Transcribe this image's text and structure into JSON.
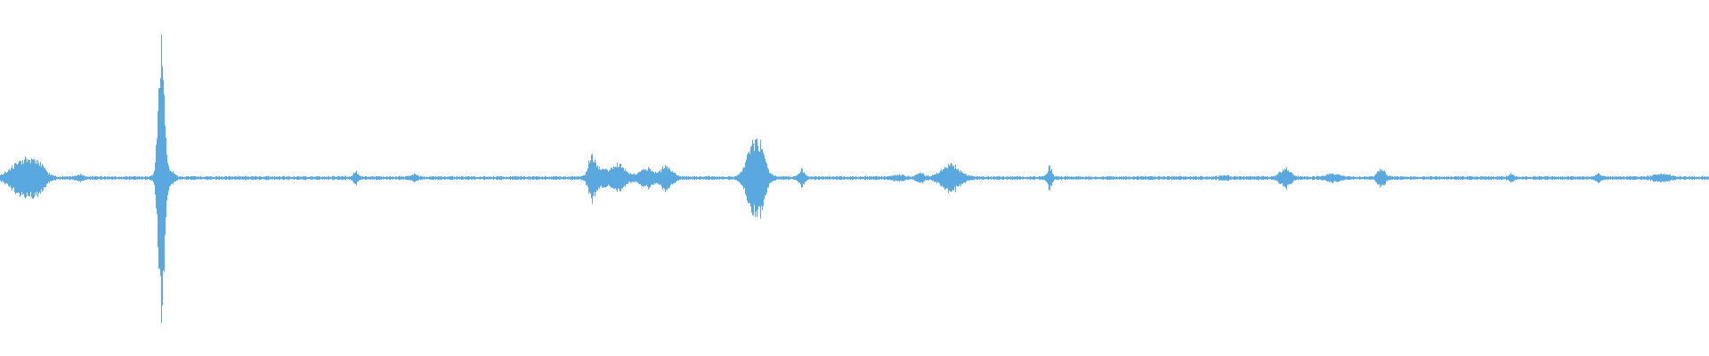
{
  "waveform": {
    "color": "#5aa8e0",
    "background": "#ffffff",
    "noise_floor": 0.012,
    "events": [
      {
        "t": 0.006,
        "amp": 0.035,
        "w": 0.004
      },
      {
        "t": 0.012,
        "amp": 0.08,
        "w": 0.004
      },
      {
        "t": 0.019,
        "amp": 0.095,
        "w": 0.004
      },
      {
        "t": 0.024,
        "amp": 0.055,
        "w": 0.003
      },
      {
        "t": 0.047,
        "amp": 0.015,
        "w": 0.002
      },
      {
        "t": 0.094,
        "amp": 0.95,
        "w": 0.0016
      },
      {
        "t": 0.0965,
        "amp": 0.09,
        "w": 0.003
      },
      {
        "t": 0.208,
        "amp": 0.035,
        "w": 0.0012
      },
      {
        "t": 0.242,
        "amp": 0.02,
        "w": 0.0015
      },
      {
        "t": 0.346,
        "amp": 0.15,
        "w": 0.002
      },
      {
        "t": 0.352,
        "amp": 0.06,
        "w": 0.003
      },
      {
        "t": 0.362,
        "amp": 0.08,
        "w": 0.004
      },
      {
        "t": 0.378,
        "amp": 0.06,
        "w": 0.004
      },
      {
        "t": 0.39,
        "amp": 0.08,
        "w": 0.003
      },
      {
        "t": 0.442,
        "amp": 0.3,
        "w": 0.004
      },
      {
        "t": 0.469,
        "amp": 0.05,
        "w": 0.0015
      },
      {
        "t": 0.525,
        "amp": 0.015,
        "w": 0.003
      },
      {
        "t": 0.538,
        "amp": 0.025,
        "w": 0.002
      },
      {
        "t": 0.556,
        "amp": 0.09,
        "w": 0.005
      },
      {
        "t": 0.614,
        "amp": 0.07,
        "w": 0.0012
      },
      {
        "t": 0.716,
        "amp": 0.012,
        "w": 0.002
      },
      {
        "t": 0.752,
        "amp": 0.06,
        "w": 0.003
      },
      {
        "t": 0.78,
        "amp": 0.02,
        "w": 0.004
      },
      {
        "t": 0.808,
        "amp": 0.06,
        "w": 0.002
      },
      {
        "t": 0.884,
        "amp": 0.02,
        "w": 0.0015
      },
      {
        "t": 0.935,
        "amp": 0.02,
        "w": 0.0015
      },
      {
        "t": 0.972,
        "amp": 0.02,
        "w": 0.004
      }
    ]
  }
}
